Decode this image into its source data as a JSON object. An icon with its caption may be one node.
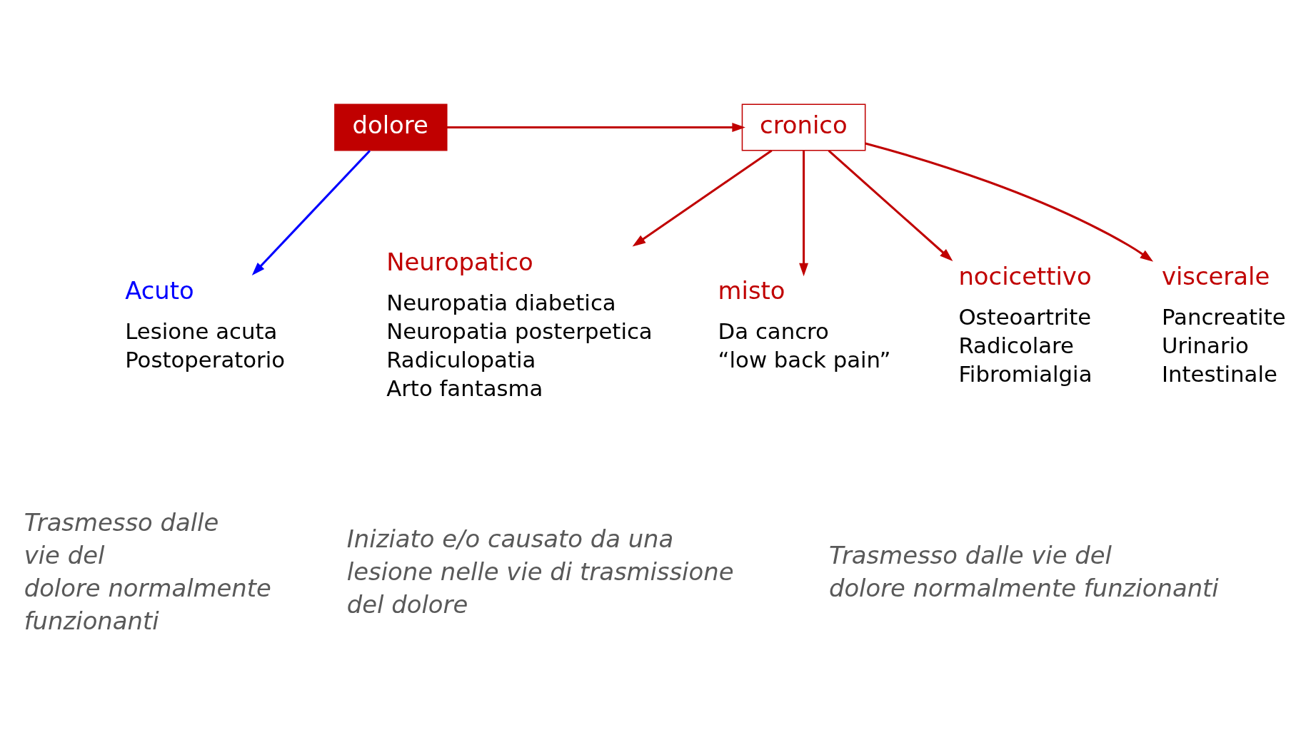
{
  "diagram": {
    "nodes": [
      {
        "text": [
          "dolore"
        ]
      },
      {
        "text": [
          "cronico"
        ]
      },
      {
        "text": [
          "Acuto"
        ],
        "beside": [
          "Lesione acuta",
          "Postoperatorio"
        ]
      },
      {
        "text": [
          "Neuropatico"
        ],
        "beside": [
          "Neuropatia diabetica",
          "Neuropatia posterpetica",
          "Radiculopatia",
          "Arto fantasma"
        ]
      },
      {
        "text": [
          "misto"
        ],
        "beside": [
          "Da cancro",
          "“low back pain”"
        ]
      },
      {
        "text": [
          "nocicettivo"
        ],
        "beside": [
          "Osteoartrite",
          "Radicolare",
          "Fibromialgia"
        ]
      },
      {
        "text": [
          "viscerale"
        ],
        "beside": [
          "Pancreatite",
          "Urinario",
          "Intestinale"
        ]
      }
    ],
    "edges": [
      {
        "from": 0,
        "to": 1,
        "arrow": "to"
      },
      {
        "from": 0,
        "to": 2,
        "arrow": "to",
        "color": "#0000ff"
      },
      {
        "from": 1,
        "to": 3,
        "arrow": "to"
      },
      {
        "from": 1,
        "to": 4,
        "arrow": "to"
      },
      {
        "from": 1,
        "to": 5,
        "arrow": "to"
      },
      {
        "from": 1,
        "to": 6,
        "arrow": "to"
      }
    ],
    "labels": [
      "Trasmesso dalle vie del dolore normalmente funzionanti",
      "Iniziato e/o causato da una lesione nelle vie di trasmissione del dolore",
      "Trasmesso dalle vie del dolore normalmente funzionanti"
    ]
  }
}
